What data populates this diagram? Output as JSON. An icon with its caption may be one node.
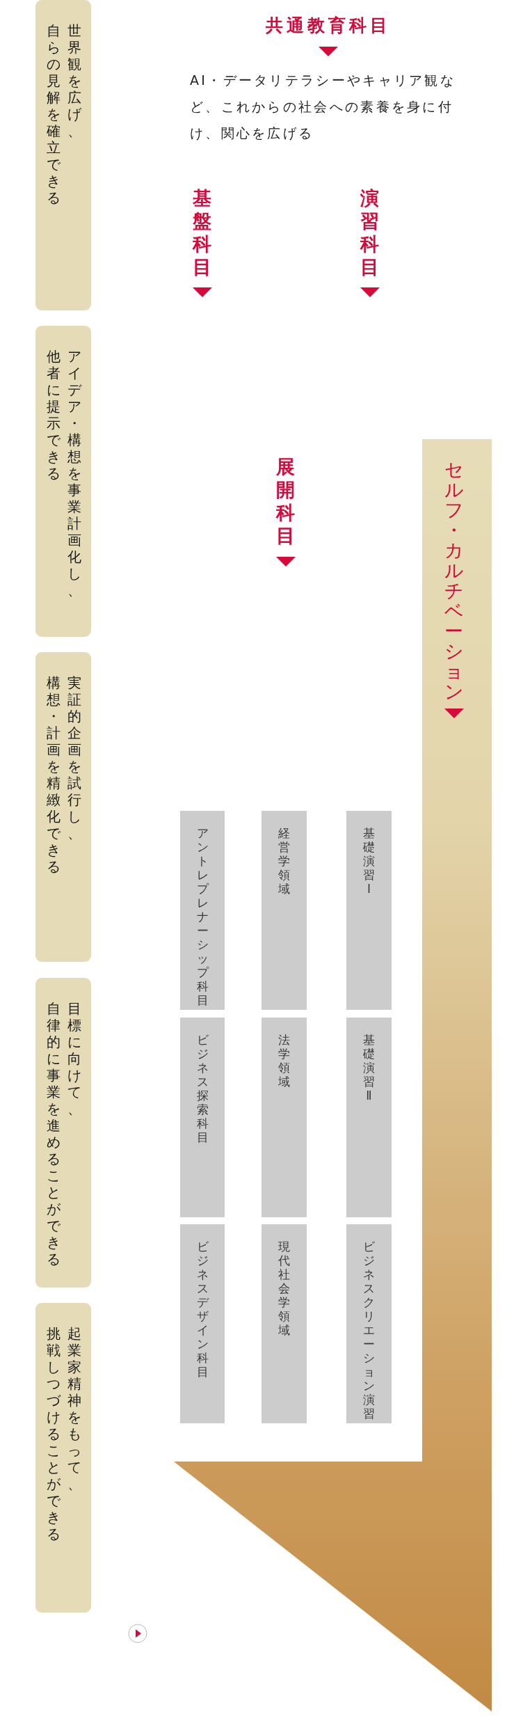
{
  "diagram": {
    "nodes": [
      {
        "text": [
          "世界観を広げ、自らの見解を確立できる"
        ]
      },
      {
        "text": [
          "アイデア・構想を事業計画化し、他者に提示できる"
        ]
      },
      {
        "text": [
          "実証的企画を試行し、構想・計画を精緻化できる"
        ]
      },
      {
        "text": [
          "目標に向けて、自律的に事業を進めることができる"
        ]
      },
      {
        "text": [
          "起業家精神をもって、挑戦しつづけることができる"
        ]
      },
      {
        "text": [
          "セルフ・カルチベーション"
        ]
      },
      {
        "text": [
          "アントレプレナーシップ科目"
        ]
      },
      {
        "text": [
          "経営学領域"
        ]
      },
      {
        "text": [
          "基礎演習Ⅰ"
        ]
      },
      {
        "text": [
          "ビジネス探索科目"
        ]
      },
      {
        "text": [
          "法学領域"
        ]
      },
      {
        "text": [
          "基礎演習Ⅱ"
        ]
      },
      {
        "text": [
          "ビジネスデザイン科目"
        ]
      },
      {
        "text": [
          "現代社会学領域"
        ]
      },
      {
        "text": [
          "ビジネスクリエーション演習"
        ]
      }
    ],
    "labels": [
      "共通教育科目",
      "AI・データリテラシーやキャリア観など、これからの社会への素養を身に付け、関心を広げる",
      "基盤科目",
      "演習科目",
      "展開科目"
    ]
  }
}
